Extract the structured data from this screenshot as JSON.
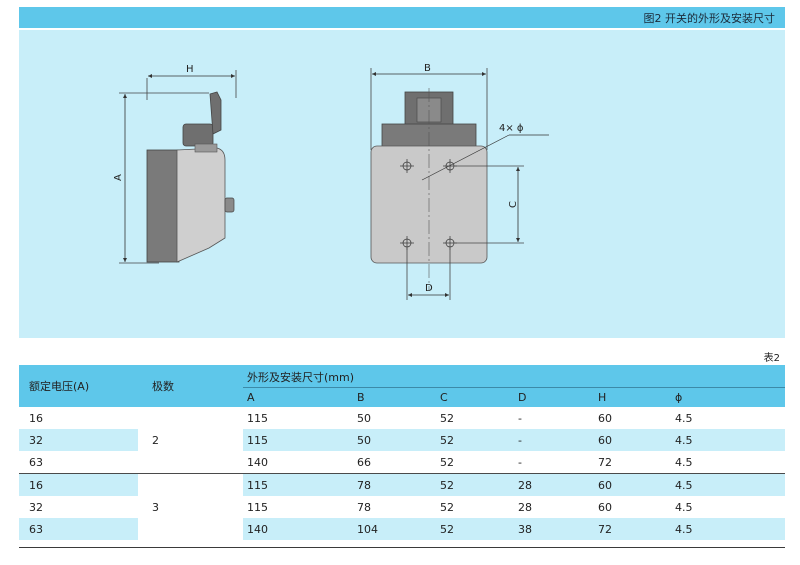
{
  "figure": {
    "title": "图2 开关的外形及安装尺寸",
    "labels": {
      "H": "H",
      "A": "A",
      "B": "B",
      "C": "C",
      "D": "D",
      "phi": "4× ϕ"
    }
  },
  "table": {
    "label": "表2",
    "headers": {
      "rated_current": "额定电压(A)",
      "poles": "极数",
      "dims_group": "外形及安装尺寸(mm)",
      "cols": [
        "A",
        "B",
        "C",
        "D",
        "H",
        "ϕ"
      ]
    },
    "rows": [
      {
        "rated": "16",
        "A": "115",
        "B": "50",
        "C": "52",
        "D": "-",
        "H": "60",
        "phi": "4.5"
      },
      {
        "rated": "32",
        "A": "115",
        "B": "50",
        "C": "52",
        "D": "-",
        "H": "60",
        "phi": "4.5"
      },
      {
        "rated": "63",
        "A": "140",
        "B": "66",
        "C": "52",
        "D": "-",
        "H": "72",
        "phi": "4.5"
      },
      {
        "rated": "16",
        "A": "115",
        "B": "78",
        "C": "52",
        "D": "28",
        "H": "60",
        "phi": "4.5"
      },
      {
        "rated": "32",
        "A": "115",
        "B": "78",
        "C": "52",
        "D": "28",
        "H": "60",
        "phi": "4.5"
      },
      {
        "rated": "63",
        "A": "140",
        "B": "104",
        "C": "52",
        "D": "38",
        "H": "72",
        "phi": "4.5"
      }
    ],
    "pole_groups": [
      "2",
      "3"
    ]
  },
  "colors": {
    "header": "#5ec7ea",
    "panel": "#c8eef9",
    "body_gray": "#c9c9c9",
    "dark_gray": "#7a7a7a"
  }
}
